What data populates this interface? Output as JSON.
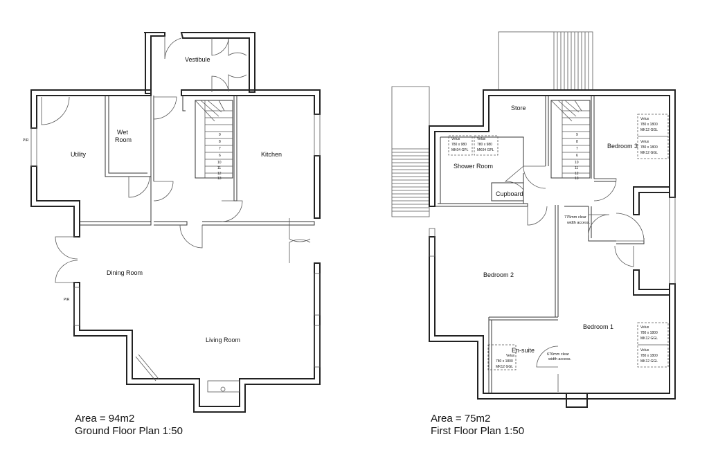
{
  "ground_floor": {
    "area": "Area = 94m2",
    "title": "Ground Floor Plan 1:50",
    "rooms": {
      "vestibule": "Vestibule",
      "wet_room_1": "Wet",
      "wet_room_2": "Room",
      "utility": "Utility",
      "kitchen": "Kitchen",
      "dining_room": "Dining Room",
      "living_room": "Living Room"
    },
    "pir_labels": [
      "PIR",
      "PIR"
    ],
    "stair_numbers": [
      "9",
      "8",
      "7",
      "6",
      "10",
      "11",
      "12",
      "13"
    ]
  },
  "first_floor": {
    "area": "Area = 75m2",
    "title": "First Floor Plan 1:50",
    "rooms": {
      "store": "Store",
      "shower_room": "Shower Room",
      "cupboard": "Cupboard",
      "bedroom_3": "Bedroom 3",
      "bedroom_2": "Bedroom 2",
      "bedroom_1": "Bedroom 1",
      "ensuite": "En-suite"
    },
    "notes": {
      "clear_775_1": "775mm clear",
      "clear_775_2": "width access.",
      "clear_670_1": "670mm clear",
      "clear_670_2": "width access."
    },
    "velux_small": [
      {
        "l1": "Velux",
        "l2": "780 x 980",
        "l3": "MK04 GPL"
      },
      {
        "l1": "Velux",
        "l2": "780 x 980",
        "l3": "MK04 GPL"
      }
    ],
    "velux_large": [
      {
        "l1": "Velux",
        "l2": "780 x 1800",
        "l3": "MK12 GGL"
      },
      {
        "l1": "Velux",
        "l2": "780 x 1800",
        "l3": "MK12 GGL"
      },
      {
        "l1": "Velux",
        "l2": "780 x 1800",
        "l3": "MK12 GGL"
      },
      {
        "l1": "Velux",
        "l2": "780 x 1800",
        "l3": "MK12 GGL"
      },
      {
        "l1": "Velux",
        "l2": "780 x 1800",
        "l3": "MK12 GGL"
      }
    ],
    "stair_numbers": [
      "9",
      "8",
      "7",
      "6",
      "10",
      "11",
      "12",
      "13"
    ]
  }
}
